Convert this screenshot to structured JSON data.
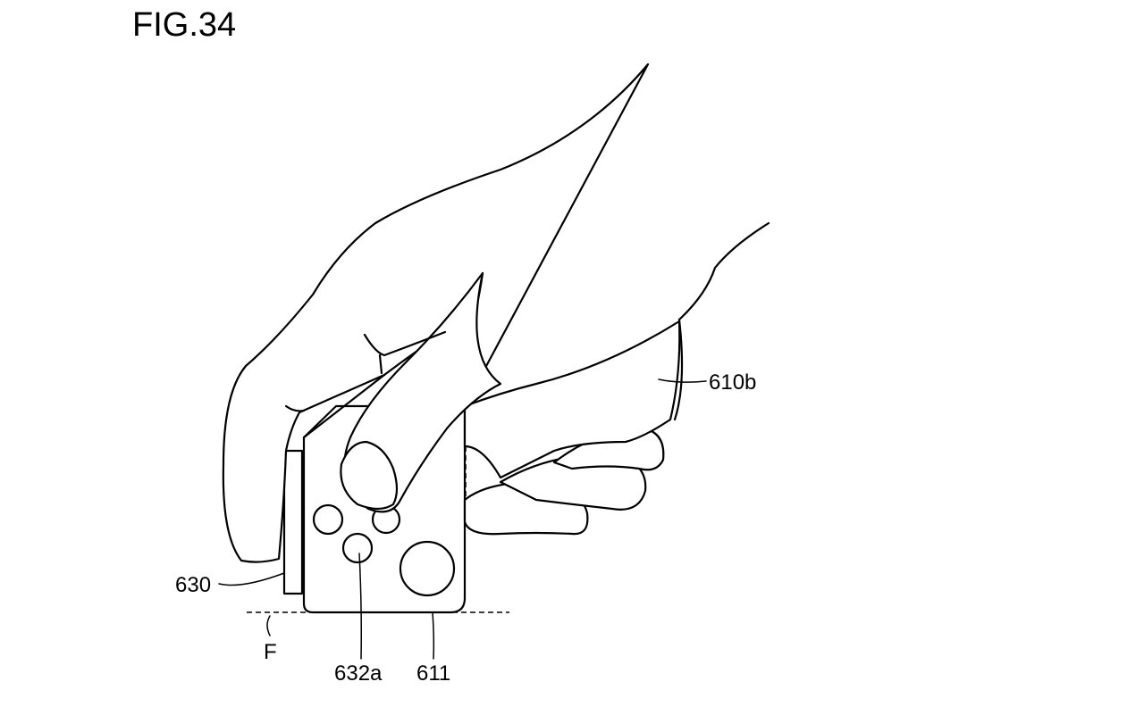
{
  "figure": {
    "title": "FIG.34"
  },
  "labels": {
    "hand_ref": "610b",
    "side_part_ref": "630",
    "button_ref": "632a",
    "bottom_ref": "611",
    "floor_ref": "F"
  }
}
